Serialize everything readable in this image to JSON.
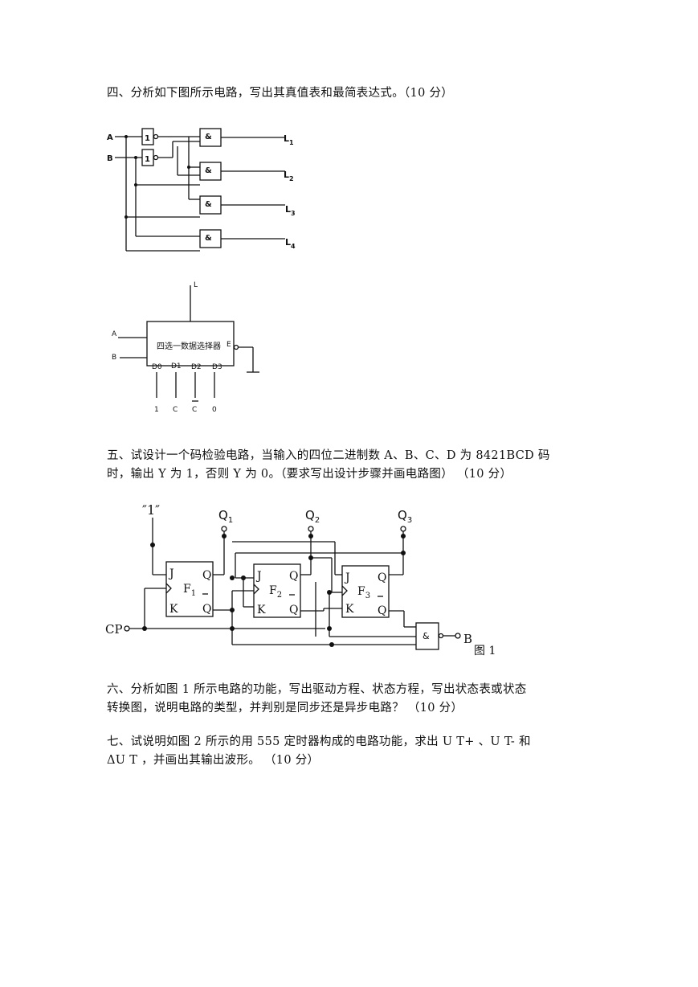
{
  "questions": {
    "q4": "四、分析如下图所示电路，写出其真值表和最简表达式。（10 分）",
    "q5_line1": "五、试设计一个码检验电路，当输入的四位二进制数 A、B、C、D 为 8421BCD 码",
    "q5_line2": "时，输出 Y 为 1，否则 Y 为 0。（要求写出设计步骤并画电路图）  （10 分）",
    "q6_line1": "六、分析如图 1 所示电路的功能，写出驱动方程、状态方程，写出状态表或状态",
    "q6_line2": "转换图，说明电路的类型，并判别是同步还是异步电路？  （10 分）",
    "q7_line1": "七、试说明如图 2 所示的用 555 定时器构成的电路功能，求出 U T+ 、U T- 和",
    "q7_line2": "ΔU T ，并画出其输出波形。  （10 分）"
  },
  "fig_gates": {
    "input_a": "A",
    "input_b": "B",
    "not_gate_label": "1",
    "and_gate_label": "&",
    "outputs": [
      "L",
      "L",
      "L",
      "L"
    ],
    "output_subs": [
      "1",
      "2",
      "3",
      "4"
    ]
  },
  "fig_mux": {
    "block_label": "四选一数据选择器",
    "output": "L",
    "input_a": "A",
    "input_b": "B",
    "enable": "E",
    "data_pins": [
      "D0",
      "D1",
      "D2",
      "D3"
    ],
    "data_values": [
      "1",
      "C",
      "C",
      "0"
    ]
  },
  "fig_counter": {
    "const_one": "″1″",
    "q_outputs": [
      "Q",
      "Q",
      "Q"
    ],
    "q_subs": [
      "1",
      "2",
      "3"
    ],
    "ff_names": [
      "F",
      "F",
      "F"
    ],
    "ff_subs": [
      "1",
      "2",
      "3"
    ],
    "pin_j": "J",
    "pin_k": "K",
    "pin_q": "Q",
    "clock": "CP",
    "and_label": "&",
    "output_b": "B",
    "caption": "图 1"
  }
}
